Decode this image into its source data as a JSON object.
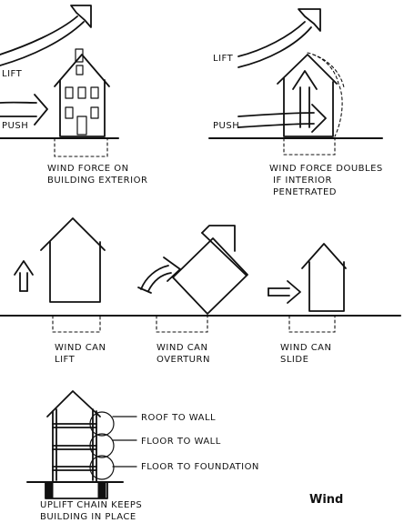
{
  "panels": {
    "exterior": {
      "lift_label": "LIFT",
      "push_label": "PUSH",
      "caption_line1": "WIND FORCE ON",
      "caption_line2": "BUILDING EXTERIOR"
    },
    "interior": {
      "lift_label": "LIFT",
      "push_label": "PUSH",
      "caption_line1": "WIND FORCE DOUBLES",
      "caption_line2": "IF INTERIOR",
      "caption_line3": "PENETRATED"
    },
    "lift": {
      "caption_line1": "WIND CAN",
      "caption_line2": "LIFT"
    },
    "overturn": {
      "caption_line1": "WIND CAN",
      "caption_line2": "OVERTURN"
    },
    "slide": {
      "caption_line1": "WIND CAN",
      "caption_line2": "SLIDE"
    },
    "chain": {
      "roof_to_wall": "ROOF TO WALL",
      "floor_to_wall": "FLOOR TO WALL",
      "floor_to_foundation": "FLOOR TO FOUNDATION",
      "caption_line1": "UPLIFT CHAIN KEEPS",
      "caption_line2": "BUILDING IN PLACE"
    }
  },
  "title": "Wind"
}
